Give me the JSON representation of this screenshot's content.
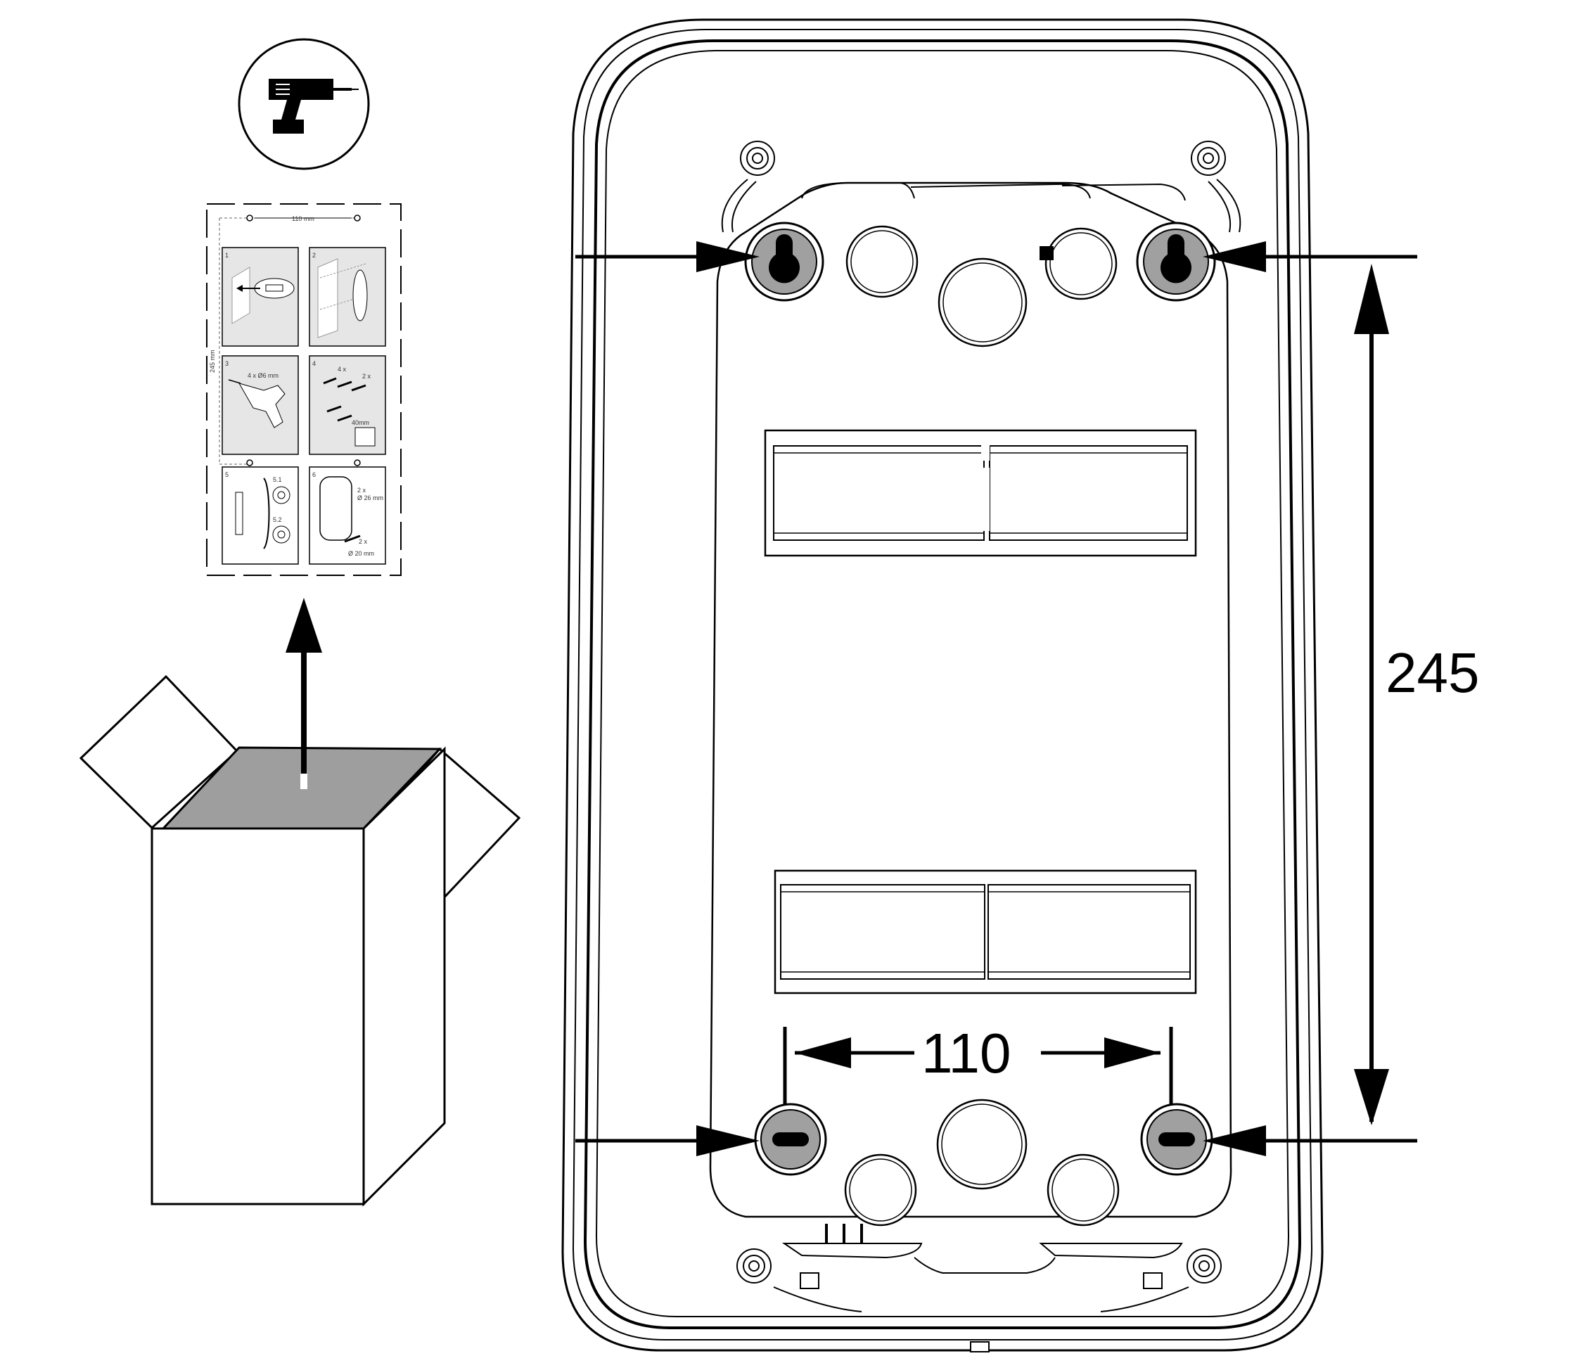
{
  "figure": {
    "drill_icon": "drill-icon",
    "template_icon": "mounting-template-sheet",
    "box_icon": "open-box-icon"
  },
  "dimensions": {
    "vertical_value": "245",
    "horizontal_value": "110"
  },
  "template_sheet": {
    "top_dimension": "110 mm",
    "side_dimension": "245 mm",
    "steps": [
      {
        "number": "1"
      },
      {
        "number": "2"
      },
      {
        "number": "3",
        "note": "4 x Ø6 mm"
      },
      {
        "number": "4",
        "note_a": "4 x",
        "note_b": "2 x",
        "note_c": "40mm"
      },
      {
        "number": "5",
        "sub_a": "5.1",
        "sub_b": "5.2"
      },
      {
        "number": "6",
        "note_a": "2 x",
        "note_b": "Ø 26 mm",
        "note_c": "2 x",
        "note_d": "Ø 20 mm"
      }
    ]
  },
  "colors": {
    "line": "#000000",
    "fill_gray": "#a0a0a0",
    "panel_gray": "#e6e6e6",
    "background": "#ffffff"
  }
}
